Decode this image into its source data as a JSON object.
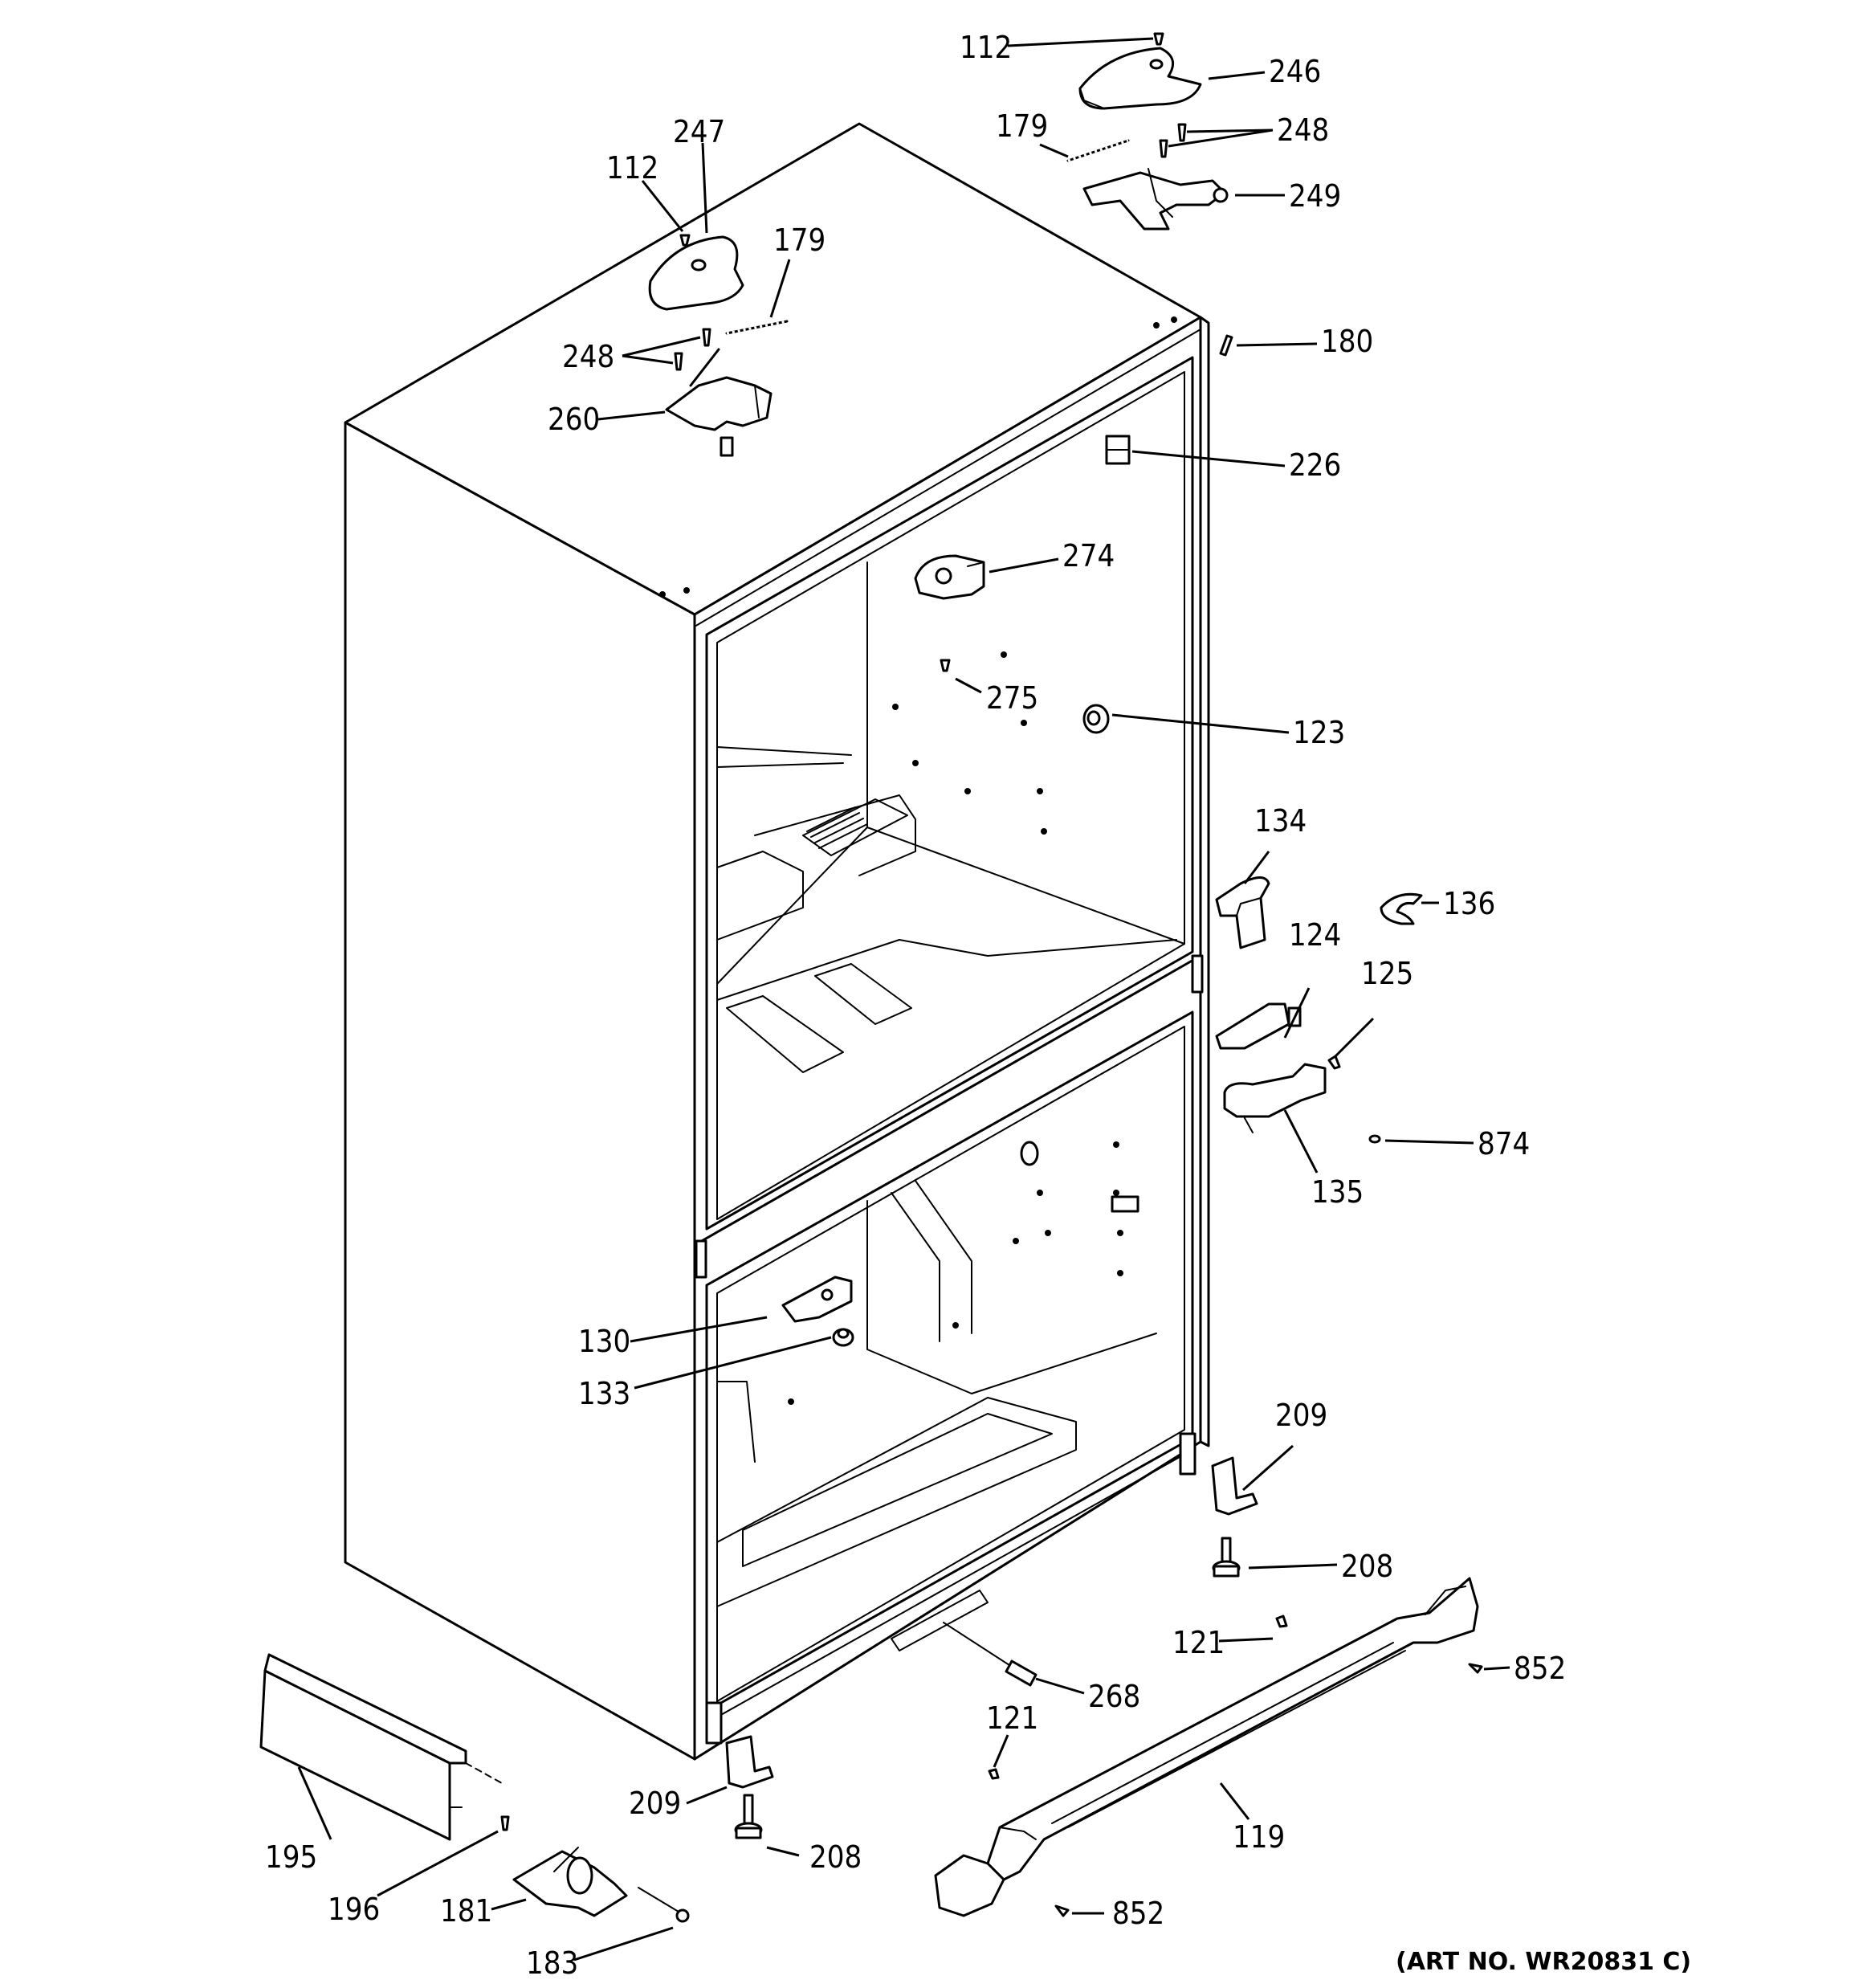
{
  "art_number": "(ART NO. WR20831 C)",
  "callouts": [
    {
      "id": "c112a",
      "text": "112"
    },
    {
      "id": "c246",
      "text": "246"
    },
    {
      "id": "c179a",
      "text": "179"
    },
    {
      "id": "c248a",
      "text": "248"
    },
    {
      "id": "c249",
      "text": "249"
    },
    {
      "id": "c247",
      "text": "247"
    },
    {
      "id": "c112b",
      "text": "112"
    },
    {
      "id": "c179b",
      "text": "179"
    },
    {
      "id": "c248b",
      "text": "248"
    },
    {
      "id": "c260",
      "text": "260"
    },
    {
      "id": "c180",
      "text": "180"
    },
    {
      "id": "c226",
      "text": "226"
    },
    {
      "id": "c274",
      "text": "274"
    },
    {
      "id": "c275",
      "text": "275"
    },
    {
      "id": "c123",
      "text": "123"
    },
    {
      "id": "c134",
      "text": "134"
    },
    {
      "id": "c136",
      "text": "136"
    },
    {
      "id": "c124",
      "text": "124"
    },
    {
      "id": "c125",
      "text": "125"
    },
    {
      "id": "c874",
      "text": "874"
    },
    {
      "id": "c135",
      "text": "135"
    },
    {
      "id": "c130",
      "text": "130"
    },
    {
      "id": "c133",
      "text": "133"
    },
    {
      "id": "c209a",
      "text": "209"
    },
    {
      "id": "c208a",
      "text": "208"
    },
    {
      "id": "c121a",
      "text": "121"
    },
    {
      "id": "c852a",
      "text": "852"
    },
    {
      "id": "c268",
      "text": "268"
    },
    {
      "id": "c121b",
      "text": "121"
    },
    {
      "id": "c119",
      "text": "119"
    },
    {
      "id": "c209b",
      "text": "209"
    },
    {
      "id": "c208b",
      "text": "208"
    },
    {
      "id": "c195",
      "text": "195"
    },
    {
      "id": "c196",
      "text": "196"
    },
    {
      "id": "c181",
      "text": "181"
    },
    {
      "id": "c183",
      "text": "183"
    },
    {
      "id": "c852b",
      "text": "852"
    }
  ]
}
